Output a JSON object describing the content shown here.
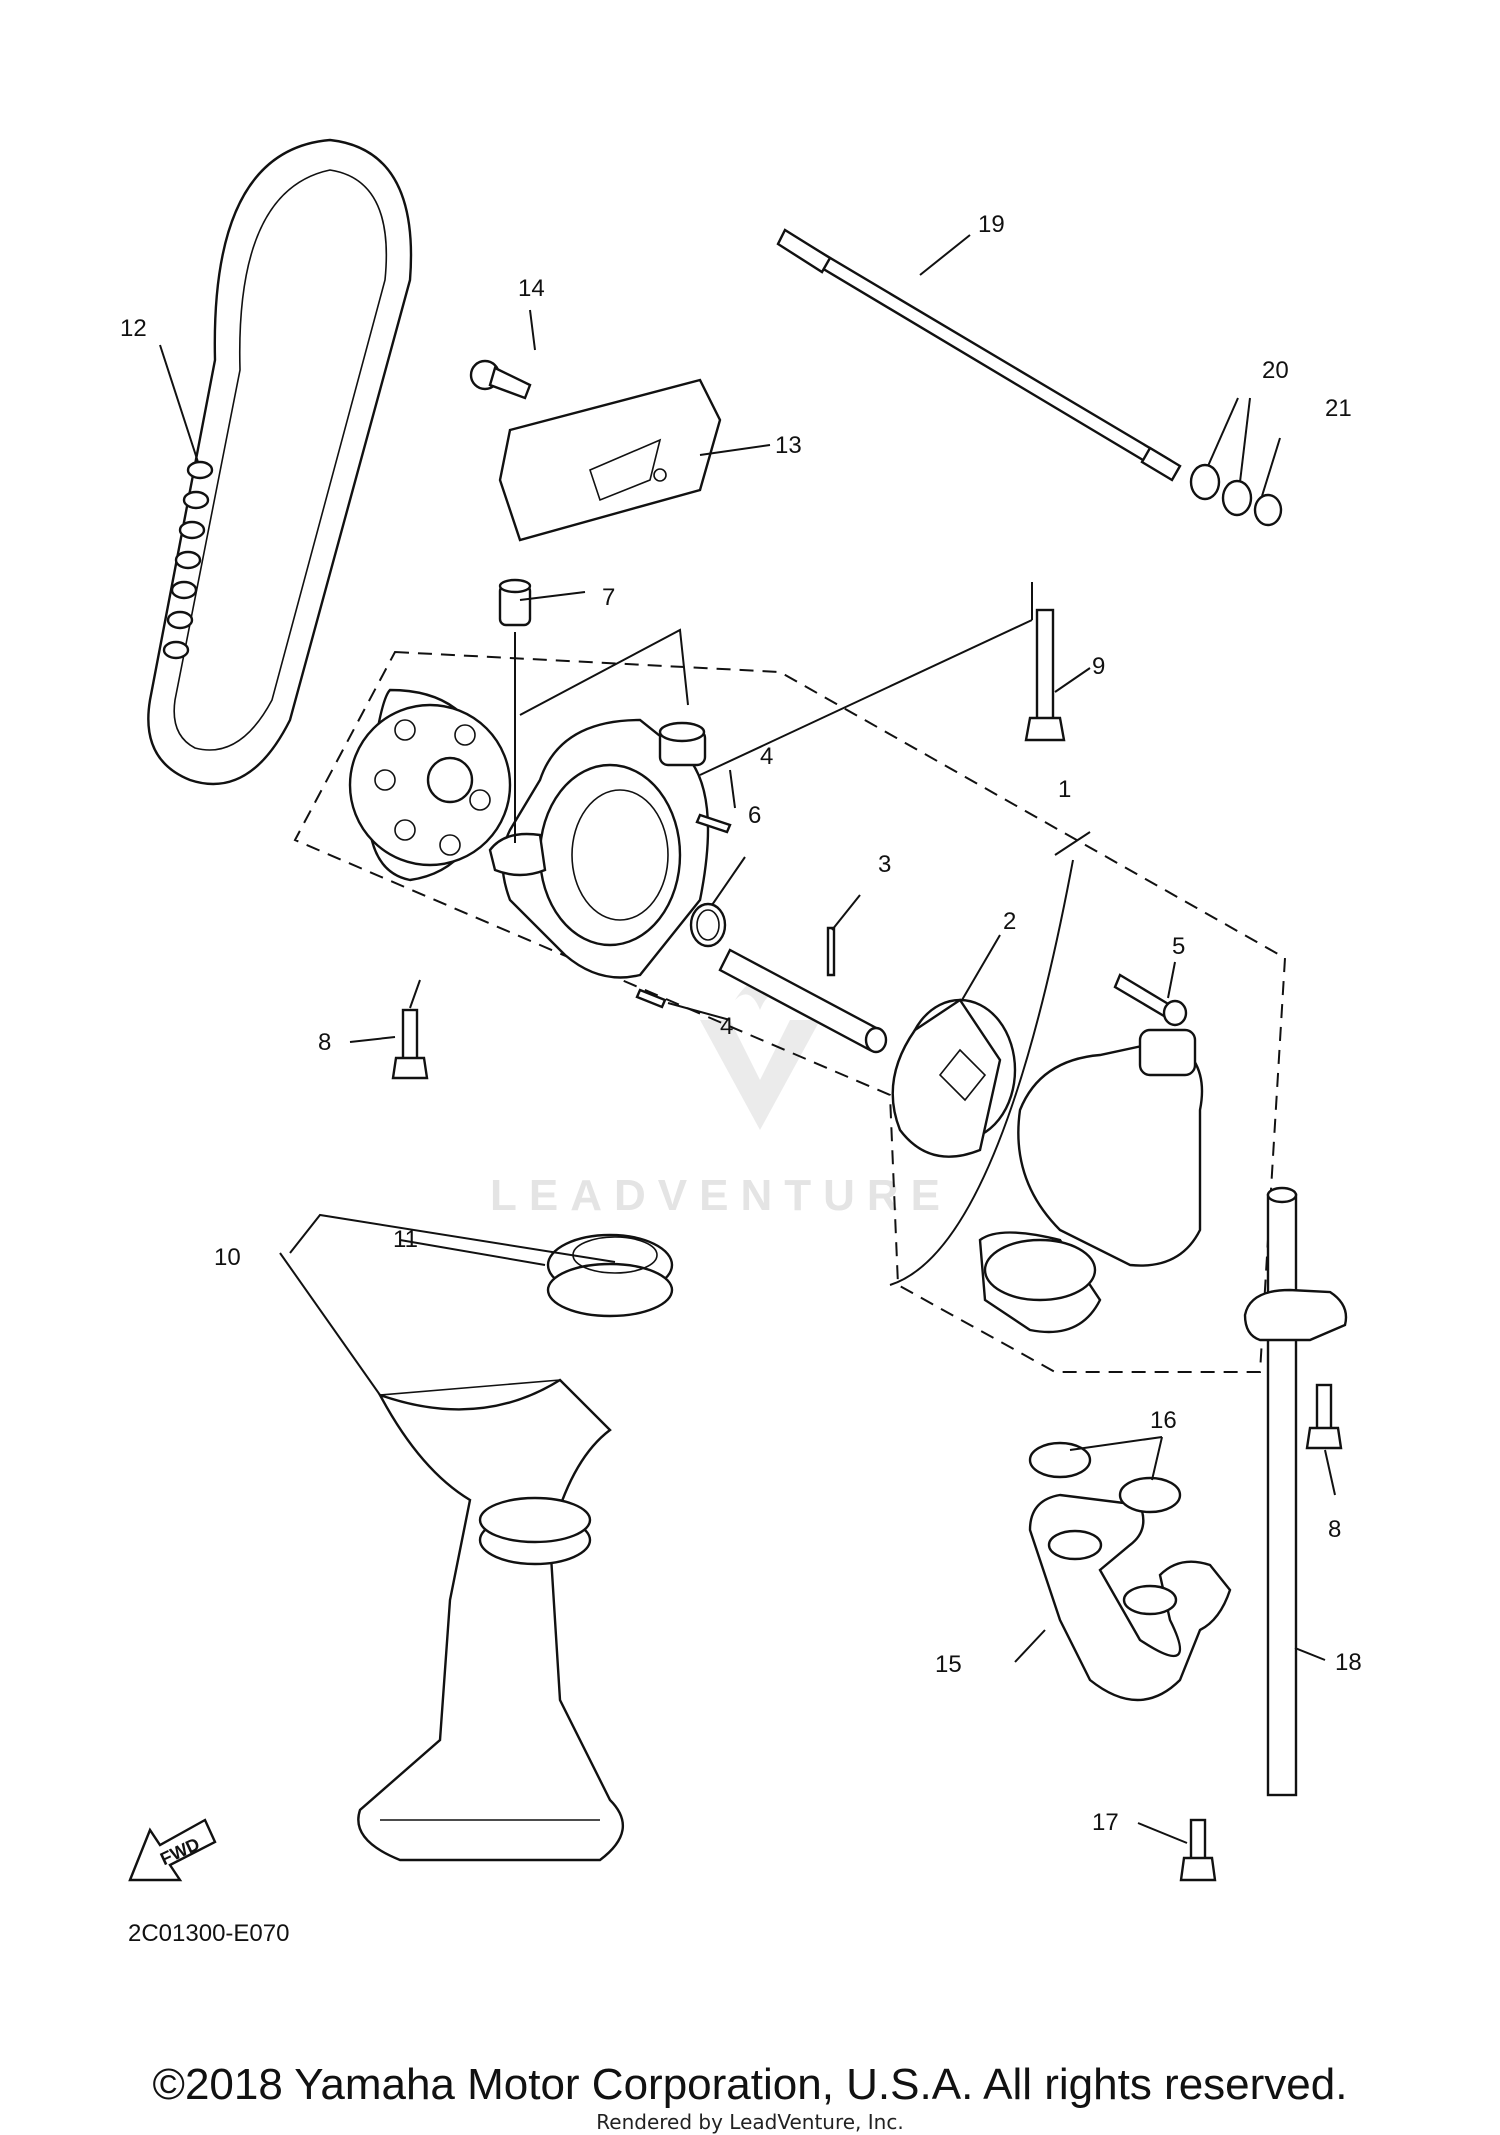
{
  "diagram": {
    "figure_code": "2C01300-E070",
    "watermark": "LEADVENTURE",
    "fwd_label": "FWD",
    "copyright": "©2018 Yamaha Motor Corporation, U.S.A. All rights reserved.",
    "rendered_by": "Rendered by LeadVenture, Inc.",
    "callouts": {
      "c1": "1",
      "c2": "2",
      "c3": "3",
      "c4a": "4",
      "c4b": "4",
      "c5": "5",
      "c6": "6",
      "c7": "7",
      "c8a": "8",
      "c8b": "8",
      "c9": "9",
      "c10": "10",
      "c11": "11",
      "c12": "12",
      "c13": "13",
      "c14": "14",
      "c15": "15",
      "c16": "16",
      "c17": "17",
      "c18": "18",
      "c19": "19",
      "c20": "20",
      "c21": "21"
    }
  }
}
